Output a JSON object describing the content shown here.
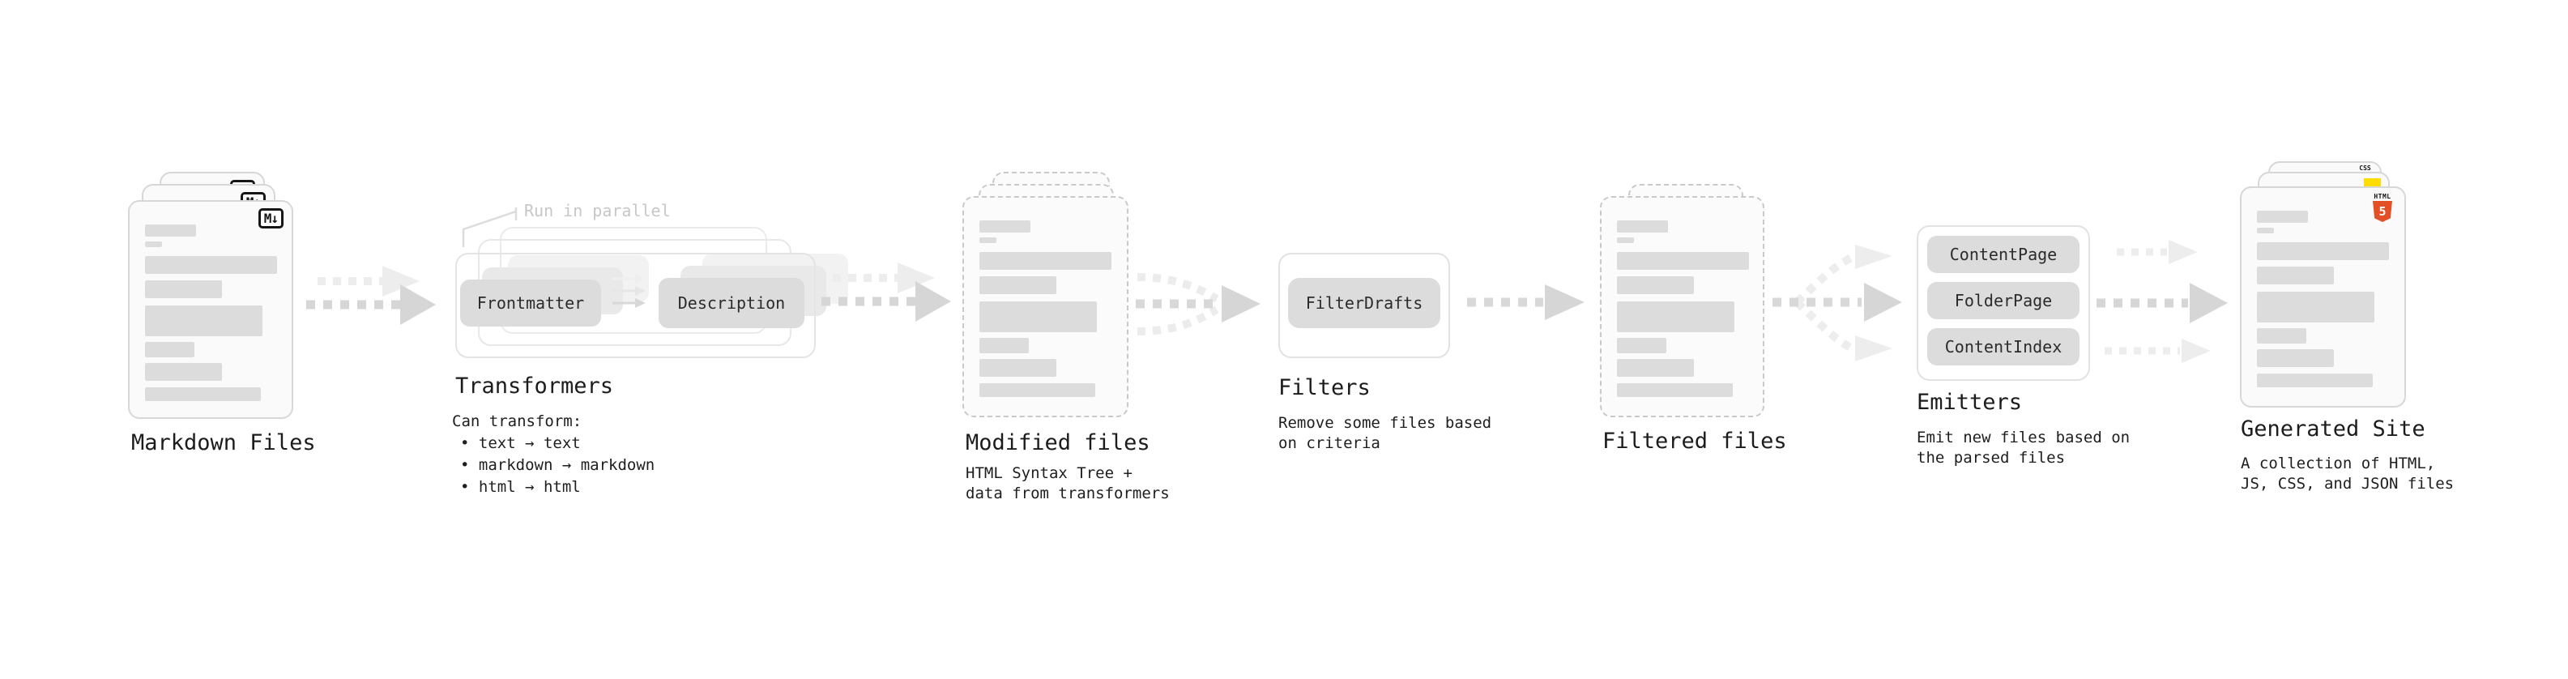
{
  "stages": {
    "markdown": {
      "title": "Markdown Files",
      "badge": "M↓"
    },
    "transformers": {
      "title": "Transformers",
      "note": "Run in parallel",
      "pill_left": "Frontmatter",
      "pill_right": "Description",
      "desc_heading": "Can transform:",
      "bullets": [
        "• text → text",
        "• markdown → markdown",
        "• html → html"
      ]
    },
    "modified": {
      "title": "Modified files",
      "desc": "HTML Syntax Tree +\ndata from transformers"
    },
    "filters": {
      "title": "Filters",
      "pill": "FilterDrafts",
      "desc": "Remove some files based\non criteria"
    },
    "filtered": {
      "title": "Filtered files"
    },
    "emitters": {
      "title": "Emitters",
      "pills": [
        "ContentPage",
        "FolderPage",
        "ContentIndex"
      ],
      "desc": "Emit new files based on\nthe parsed files"
    },
    "generated": {
      "title": "Generated Site",
      "desc": "A collection of HTML,\nJS, CSS, and JSON files",
      "badge_css": "CSS",
      "badge_html_label": "HTML",
      "badge_html_number": "5"
    }
  },
  "colors": {
    "html5_orange": "#e34f26",
    "js_yellow": "#ffdd00",
    "css_blue": "#2962ff",
    "note_gray": "#c7c7c7",
    "arrow_dark": "#d6d6d6",
    "arrow_light": "#ededed"
  }
}
